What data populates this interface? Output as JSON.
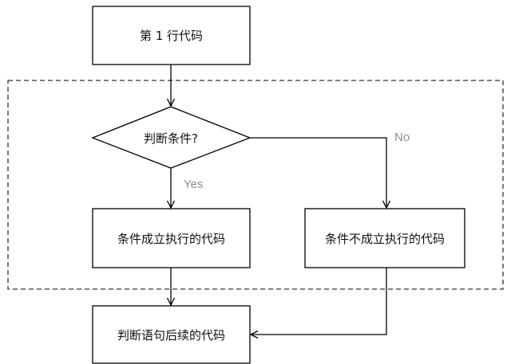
{
  "nodes": {
    "line1": "第 1 行代码",
    "condition": "判断条件?",
    "true_branch": "条件成立执行的代码",
    "false_branch": "条件不成立执行的代码",
    "after": "判断语句后续的代码"
  },
  "edges": {
    "yes": "Yes",
    "no": "No"
  },
  "colors": {
    "stroke": "#000000",
    "edge_label": "#8c8c8c"
  }
}
